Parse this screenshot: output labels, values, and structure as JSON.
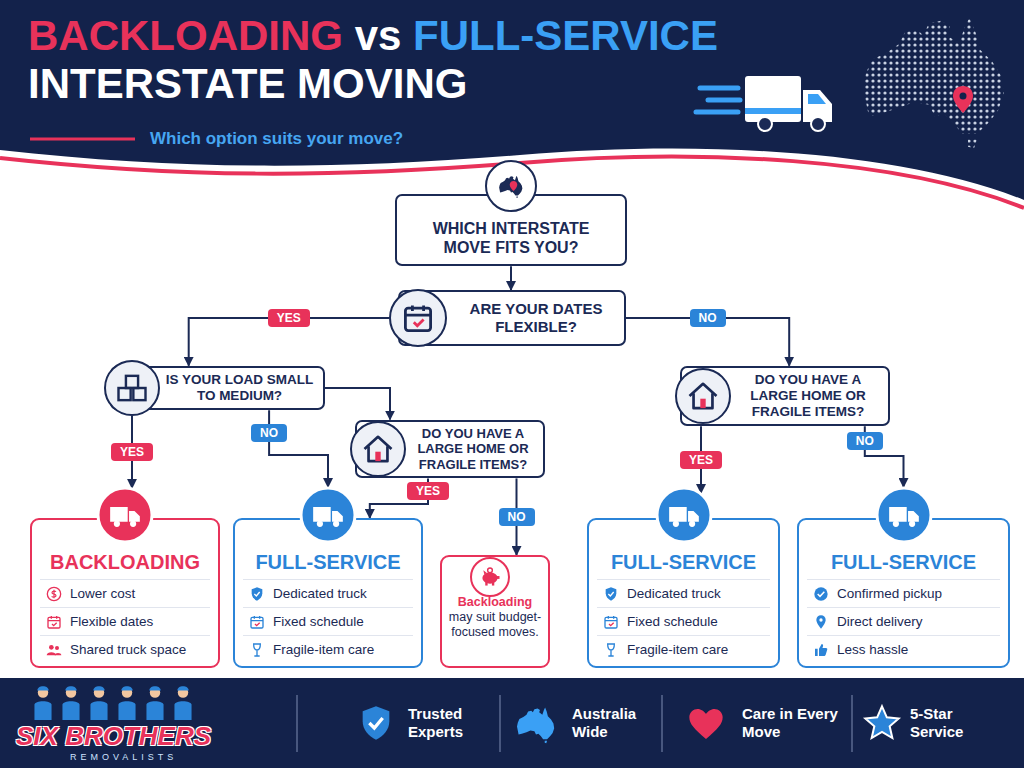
{
  "diagram": {
    "title": "BACKLOADING vs FULL-SERVICE INTERSTATE MOVING",
    "nodes": [
      {
        "text": [
          "WHICH INTERSTATE MOVE FITS YOU?"
        ]
      },
      {
        "text": [
          "ARE YOUR DATES FLEXIBLE?"
        ]
      },
      {
        "text": [
          "IS YOUR LOAD SMALL TO MEDIUM?"
        ]
      },
      {
        "text": [
          "DO YOU HAVE A LARGE HOME OR FRAGILE ITEMS?"
        ]
      },
      {
        "text": [
          "DO YOU HAVE A LARGE HOME OR FRAGILE ITEMS?"
        ]
      },
      {
        "text": [
          "BACKLOADING",
          "Lower cost",
          "Flexible dates",
          "Shared truck space"
        ]
      },
      {
        "text": [
          "FULL-SERVICE",
          "Dedicated truck",
          "Fixed schedule",
          "Fragile-item care"
        ]
      },
      {
        "text": [
          "Backloading may suit budget-focused moves."
        ]
      },
      {
        "text": [
          "FULL-SERVICE",
          "Dedicated truck",
          "Fixed schedule",
          "Fragile-item care"
        ]
      },
      {
        "text": [
          "FULL-SERVICE",
          "Confirmed pickup",
          "Direct delivery",
          "Less hassle"
        ]
      }
    ],
    "edges": [
      {
        "from": 0,
        "to": 1,
        "arrow": "to"
      },
      {
        "from": 1,
        "to": 2,
        "label": "YES",
        "arrow": "to"
      },
      {
        "from": 1,
        "to": 4,
        "label": "NO",
        "arrow": "to"
      },
      {
        "from": 2,
        "to": 5,
        "label": "YES",
        "arrow": "to"
      },
      {
        "from": 2,
        "to": 6,
        "label": "NO",
        "arrow": "to"
      },
      {
        "from": 2,
        "to": 3,
        "arrow": "to"
      },
      {
        "from": 3,
        "to": 6,
        "label": "YES",
        "arrow": "to"
      },
      {
        "from": 3,
        "to": 7,
        "label": "NO",
        "arrow": "to"
      },
      {
        "from": 4,
        "to": 8,
        "label": "YES",
        "arrow": "to"
      },
      {
        "from": 4,
        "to": 9,
        "label": "NO",
        "arrow": "to"
      }
    ],
    "labels": [
      "Which option suits your move?",
      "SIX BROTHERS",
      "REMOVALISTS",
      "Trusted Experts",
      "Australia Wide",
      "Care in Every Move",
      "5-Star Service"
    ]
  }
}
